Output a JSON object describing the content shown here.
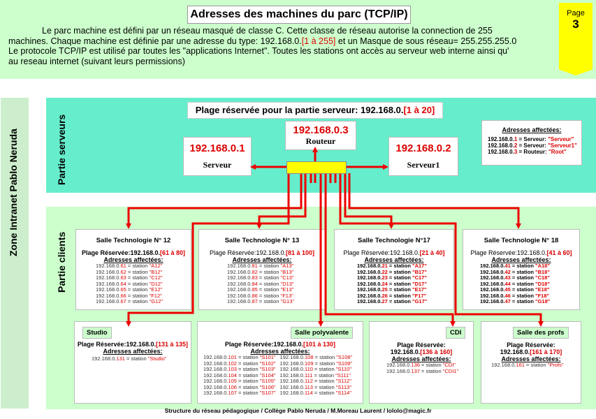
{
  "header": {
    "title": "Adresses des machines du parc (TCP/IP)",
    "page_label": "Page",
    "page_number": "3",
    "intro": {
      "l1": "Le parc machine est défini par un réseau masqué de classe C. Cette classe de réseau  autorise la connection de 255",
      "l2a": "machines. Chaque machine est définie par une adresse du type: 192.168.0.",
      "l2b": "[1 à 255]",
      "l2c": " et un Masque de sous réseau= 255.255.255.0",
      "l3": "Le protocole TCP/IP est utilisé par toutes les \"applications Internet\". Toutes les stations ont accès au serveur web interne ainsi qu'",
      "l4": "au reseau internet  (suivant leurs permissions)"
    }
  },
  "zone_label": "Zone Intranet Pablo Neruda",
  "servers_label": "Partie serveurs",
  "clients_label": "Partie clients",
  "server_range": {
    "prefix": "Plage réservée pour la partie serveur: 192.168.0.",
    "range": "[1 à 20]"
  },
  "router": {
    "ip": "192.168.0.3",
    "name": "Routeur"
  },
  "server": {
    "ip": "192.168.0.1",
    "name": "Serveur"
  },
  "server1": {
    "ip": "192.168.0.2",
    "name": "Serveur1"
  },
  "server_assigned": {
    "heading": "Adresses affectées:",
    "rows": [
      {
        "ip": "192.168.0.",
        "n": "1",
        "mid": " = Serveur: ",
        "val": "\"Serveur\""
      },
      {
        "ip": "192.168.0.",
        "n": "2",
        "mid": " = Serveur: ",
        "val": "\"Serveur1\""
      },
      {
        "ip": "192.168.0.",
        "n": "3",
        "mid": " = Routeur: ",
        "val": "\"Root\""
      }
    ]
  },
  "rooms": {
    "r12": {
      "name": "Salle Technologie N° 12",
      "plage": "Plage Réservée:192.168.0.",
      "range": "[61 à 80]",
      "heading": "Adresses affectées:",
      "lines": [
        "192.168.0.61 = station \"A12\"",
        "192.168.0.62 = station \"B12\"",
        "192.168.0.63 = station \"C12\"",
        "192.168.0.64 = station \"D12\"",
        "192.168.0.65 = station \"E12\"",
        "192.168.0.66 = station \"F12\"",
        "192.168.0.67 = station \"G12\""
      ]
    },
    "r13": {
      "name": "Salle Technologie N° 13",
      "plage": "Plage Réservée:192.168.0.",
      "range": "[81 à 100]",
      "heading": "Adresses affectées:",
      "lines": [
        "192.168.0.81 = station \"A13\"",
        "192.168.0.82 = station \"B13\"",
        "192.168.0.83 = station \"C13\"",
        "192.168.0.84 = station \"D13\"",
        "192.168.0.85 = station \"E13\"",
        "192.168.0.86 = station \"F13\"",
        "192.168.0.87 = station \"G13\""
      ]
    },
    "r17": {
      "name": "Salle Technologie N°17",
      "plage": "Plage Réservée:192.168.0.",
      "range": "[21 à 40]",
      "heading": "Adresses affectées:",
      "lines": [
        "192.168.0.21 = station \"A17\"",
        "192.168.0.22 = station \"B17\"",
        "192.168.0.23 = station \"C17\"",
        "192.168.0.24 = station \"D17\"",
        "192.168.0.25 = station \"E17\"",
        "192.168.0.26 = station \"F17\"",
        "192.168.0.27 = station \"G17\""
      ]
    },
    "r18": {
      "name": "Salle Technologie N° 18",
      "plage": "Plage Réservée:192.168.0.",
      "range": "[41 à 60]",
      "heading": "Adresses affectées:",
      "lines": [
        "192.168.0.41 = station \"A18\"",
        "192.168.0.42 = station \"B18\"",
        "192.168.0.43 = station \"C18\"",
        "192.168.0.44 = station \"D18\"",
        "192.168.0.45 = station \"E18\"",
        "192.168.0.46 = station \"F18\"",
        "192.168.0.47 = station \"G18\""
      ]
    },
    "studio": {
      "name": "Studio",
      "plage": "Plage Réservée:192.168.0.",
      "range": "[131 à 135]",
      "heading": "Adresses affectées:",
      "lines": [
        "192.168.0.131 = station \"Studio\""
      ]
    },
    "poly": {
      "name": "Salle polyvalente",
      "plage": "Plage Réservée:192.168.0.",
      "range": "[101 à 130]",
      "heading": "Adresses affectées:",
      "col1": [
        "192.168.0.101 = station \"S101\"",
        "192.168.0.102 = station \"S102\"",
        "192.168.0.103 = station \"S103\"",
        "192.168.0.104 = station \"S104\"",
        "192.168.0.105 = station \"S105\"",
        "192.168.0.106 = station \"S106\"",
        "192.168.0.107 = station \"S107\""
      ],
      "col2": [
        "192.168.0.108 = station \"S108\"",
        "192.168.0.109 = station \"S109\"",
        "192.168.0.110 = station \"S110\"",
        "192.168.0.111 = station \"S111\"",
        "192.168.0.112 = station \"S112\"",
        "192.168.0.113 = station \"S113\"",
        "192.168.0.114 = station \"S114\""
      ]
    },
    "cdi": {
      "name": "CDI",
      "plage": "Plage Réservée:",
      "plage2": "192.168.0.",
      "range": "[136 à 160]",
      "heading": "Adresses affectées:",
      "lines": [
        "192.168.0.136 = station \"CDI\"",
        "192.168.0.137 = station \"CDI1\""
      ]
    },
    "profs": {
      "name": "Salle des profs",
      "plage": "Plage Réservée:",
      "plage2": "192.168.0.",
      "range": "[161 à 170]",
      "heading": "Adresses affectées:",
      "lines": [
        "192.168.0.161 = station \"Profs\""
      ]
    }
  },
  "footer": "Structure du réseau pédagogique / Collège Pablo Neruda / M.Moreau Laurent / lololo@magic.fr",
  "colors": {
    "arrow": "#ee0000",
    "ip_red": "#dd0000",
    "switch": "#ffff00",
    "header_bg": "#ccffcc",
    "servers_bg": "#66eecc"
  }
}
